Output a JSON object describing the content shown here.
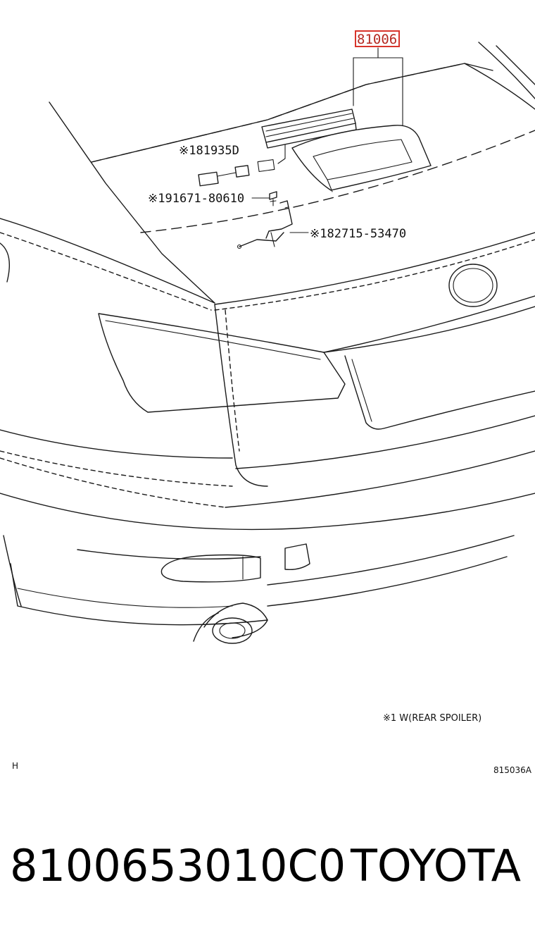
{
  "diagram": {
    "highlighted_part": "81006",
    "part_labels": {
      "connector": "※181935D",
      "bolt": "※191671-80610",
      "bracket": "※182715-53470"
    },
    "note": "※1  W(REAR SPOILER)",
    "section_letter": "H",
    "illustration_code": "815036A"
  },
  "footer": {
    "part_number": "8100653010C0",
    "brand": "TOYOTA"
  }
}
